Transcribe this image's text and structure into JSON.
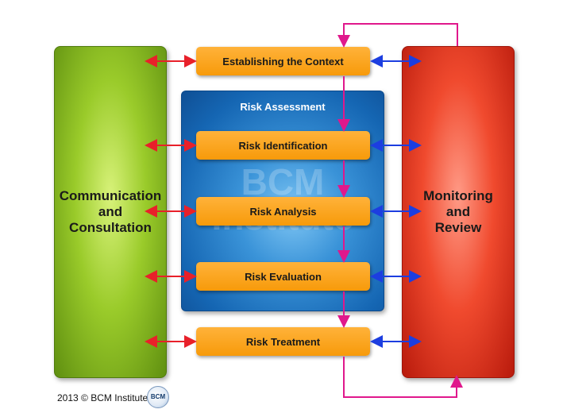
{
  "diagram": {
    "left_pillar": {
      "line1": "Communication",
      "line2": "and",
      "line3": "Consultation"
    },
    "right_pillar": {
      "line1": "Monitoring",
      "line2": "and",
      "line3": "Review"
    },
    "assessment": {
      "title": "Risk Assessment",
      "watermark_line1": "BCM",
      "watermark_line2": "Institute"
    },
    "steps": [
      {
        "label": "Establishing the Context"
      },
      {
        "label": "Risk Identification"
      },
      {
        "label": "Risk Analysis"
      },
      {
        "label": "Risk Evaluation"
      },
      {
        "label": "Risk Treatment"
      }
    ]
  },
  "footer": {
    "copyright": "2013 © BCM Institute",
    "logo_text": "BCM"
  },
  "colors": {
    "left_pillar": "#9acb2a",
    "right_pillar": "#f04a2e",
    "assessment_panel": "#1566b3",
    "step_box": "#f79a0a",
    "flow_arrow": "#e0188c",
    "left_arrow": "#e8202a",
    "right_arrow": "#1c3ee0"
  }
}
